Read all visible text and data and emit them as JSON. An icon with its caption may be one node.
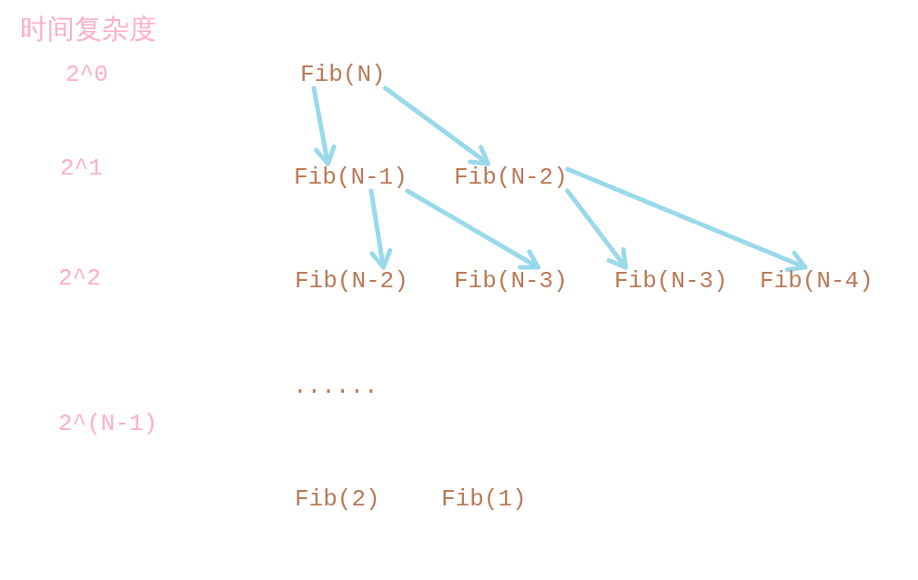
{
  "diagram": {
    "title": "时间复杂度",
    "nodes": [
      {
        "text": [
          "Fib(N)"
        ]
      },
      {
        "text": [
          "Fib(N-1)"
        ]
      },
      {
        "text": [
          "Fib(N-2)"
        ]
      },
      {
        "text": [
          "Fib(N-2)"
        ]
      },
      {
        "text": [
          "Fib(N-3)"
        ]
      },
      {
        "text": [
          "Fib(N-3)"
        ]
      },
      {
        "text": [
          "Fib(N-4)"
        ]
      }
    ],
    "edges": [
      {
        "from": 0,
        "to": 1,
        "arrow": "to"
      },
      {
        "from": 0,
        "to": 2,
        "arrow": "to"
      },
      {
        "from": 1,
        "to": 3,
        "arrow": "to"
      },
      {
        "from": 1,
        "to": 4,
        "arrow": "to"
      },
      {
        "from": 2,
        "to": 5,
        "arrow": "to"
      },
      {
        "from": 2,
        "to": 6,
        "arrow": "to"
      }
    ],
    "labels": [
      "2^0",
      "2^1",
      "2^2",
      "......",
      "2^(N-1)",
      "Fib(2)",
      "Fib(1)"
    ]
  }
}
